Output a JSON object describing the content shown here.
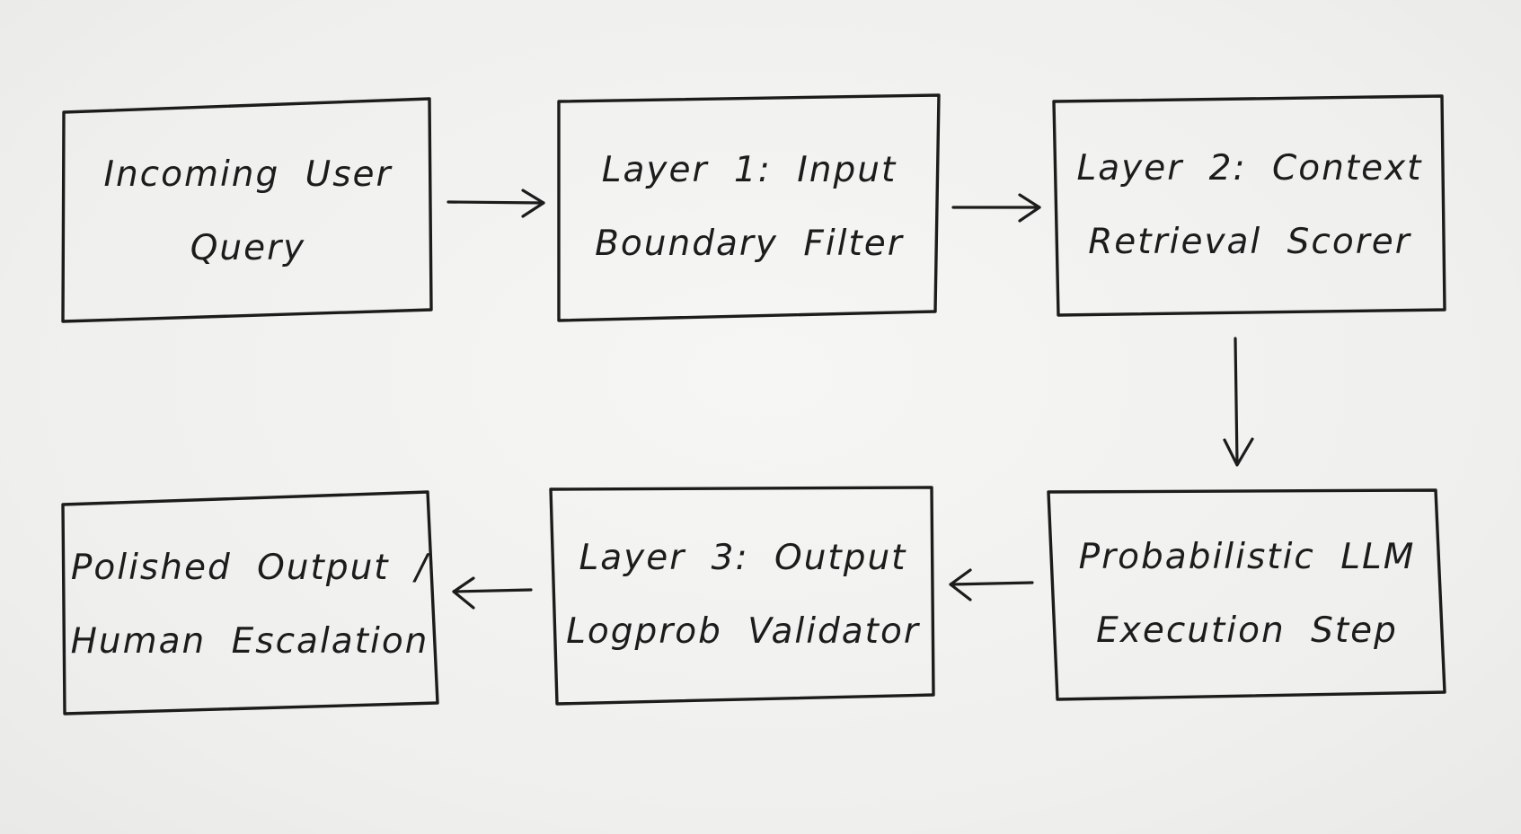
{
  "diagram": {
    "nodes": [
      {
        "id": "incoming-query",
        "lines": [
          "Incoming User",
          "Query"
        ]
      },
      {
        "id": "layer1",
        "lines": [
          "Layer 1: Input",
          "Boundary Filter"
        ]
      },
      {
        "id": "layer2",
        "lines": [
          "Layer 2: Context",
          "Retrieval Scorer"
        ]
      },
      {
        "id": "llm-step",
        "lines": [
          "Probabilistic LLM",
          "Execution Step"
        ]
      },
      {
        "id": "layer3",
        "lines": [
          "Layer 3: Output",
          "Logprob Validator"
        ]
      },
      {
        "id": "output",
        "lines": [
          "Polished Output /",
          "Human Escalation"
        ]
      }
    ],
    "edges": [
      {
        "from": "incoming-query",
        "to": "layer1"
      },
      {
        "from": "layer1",
        "to": "layer2"
      },
      {
        "from": "layer2",
        "to": "llm-step"
      },
      {
        "from": "llm-step",
        "to": "layer3"
      },
      {
        "from": "layer3",
        "to": "output"
      }
    ]
  }
}
